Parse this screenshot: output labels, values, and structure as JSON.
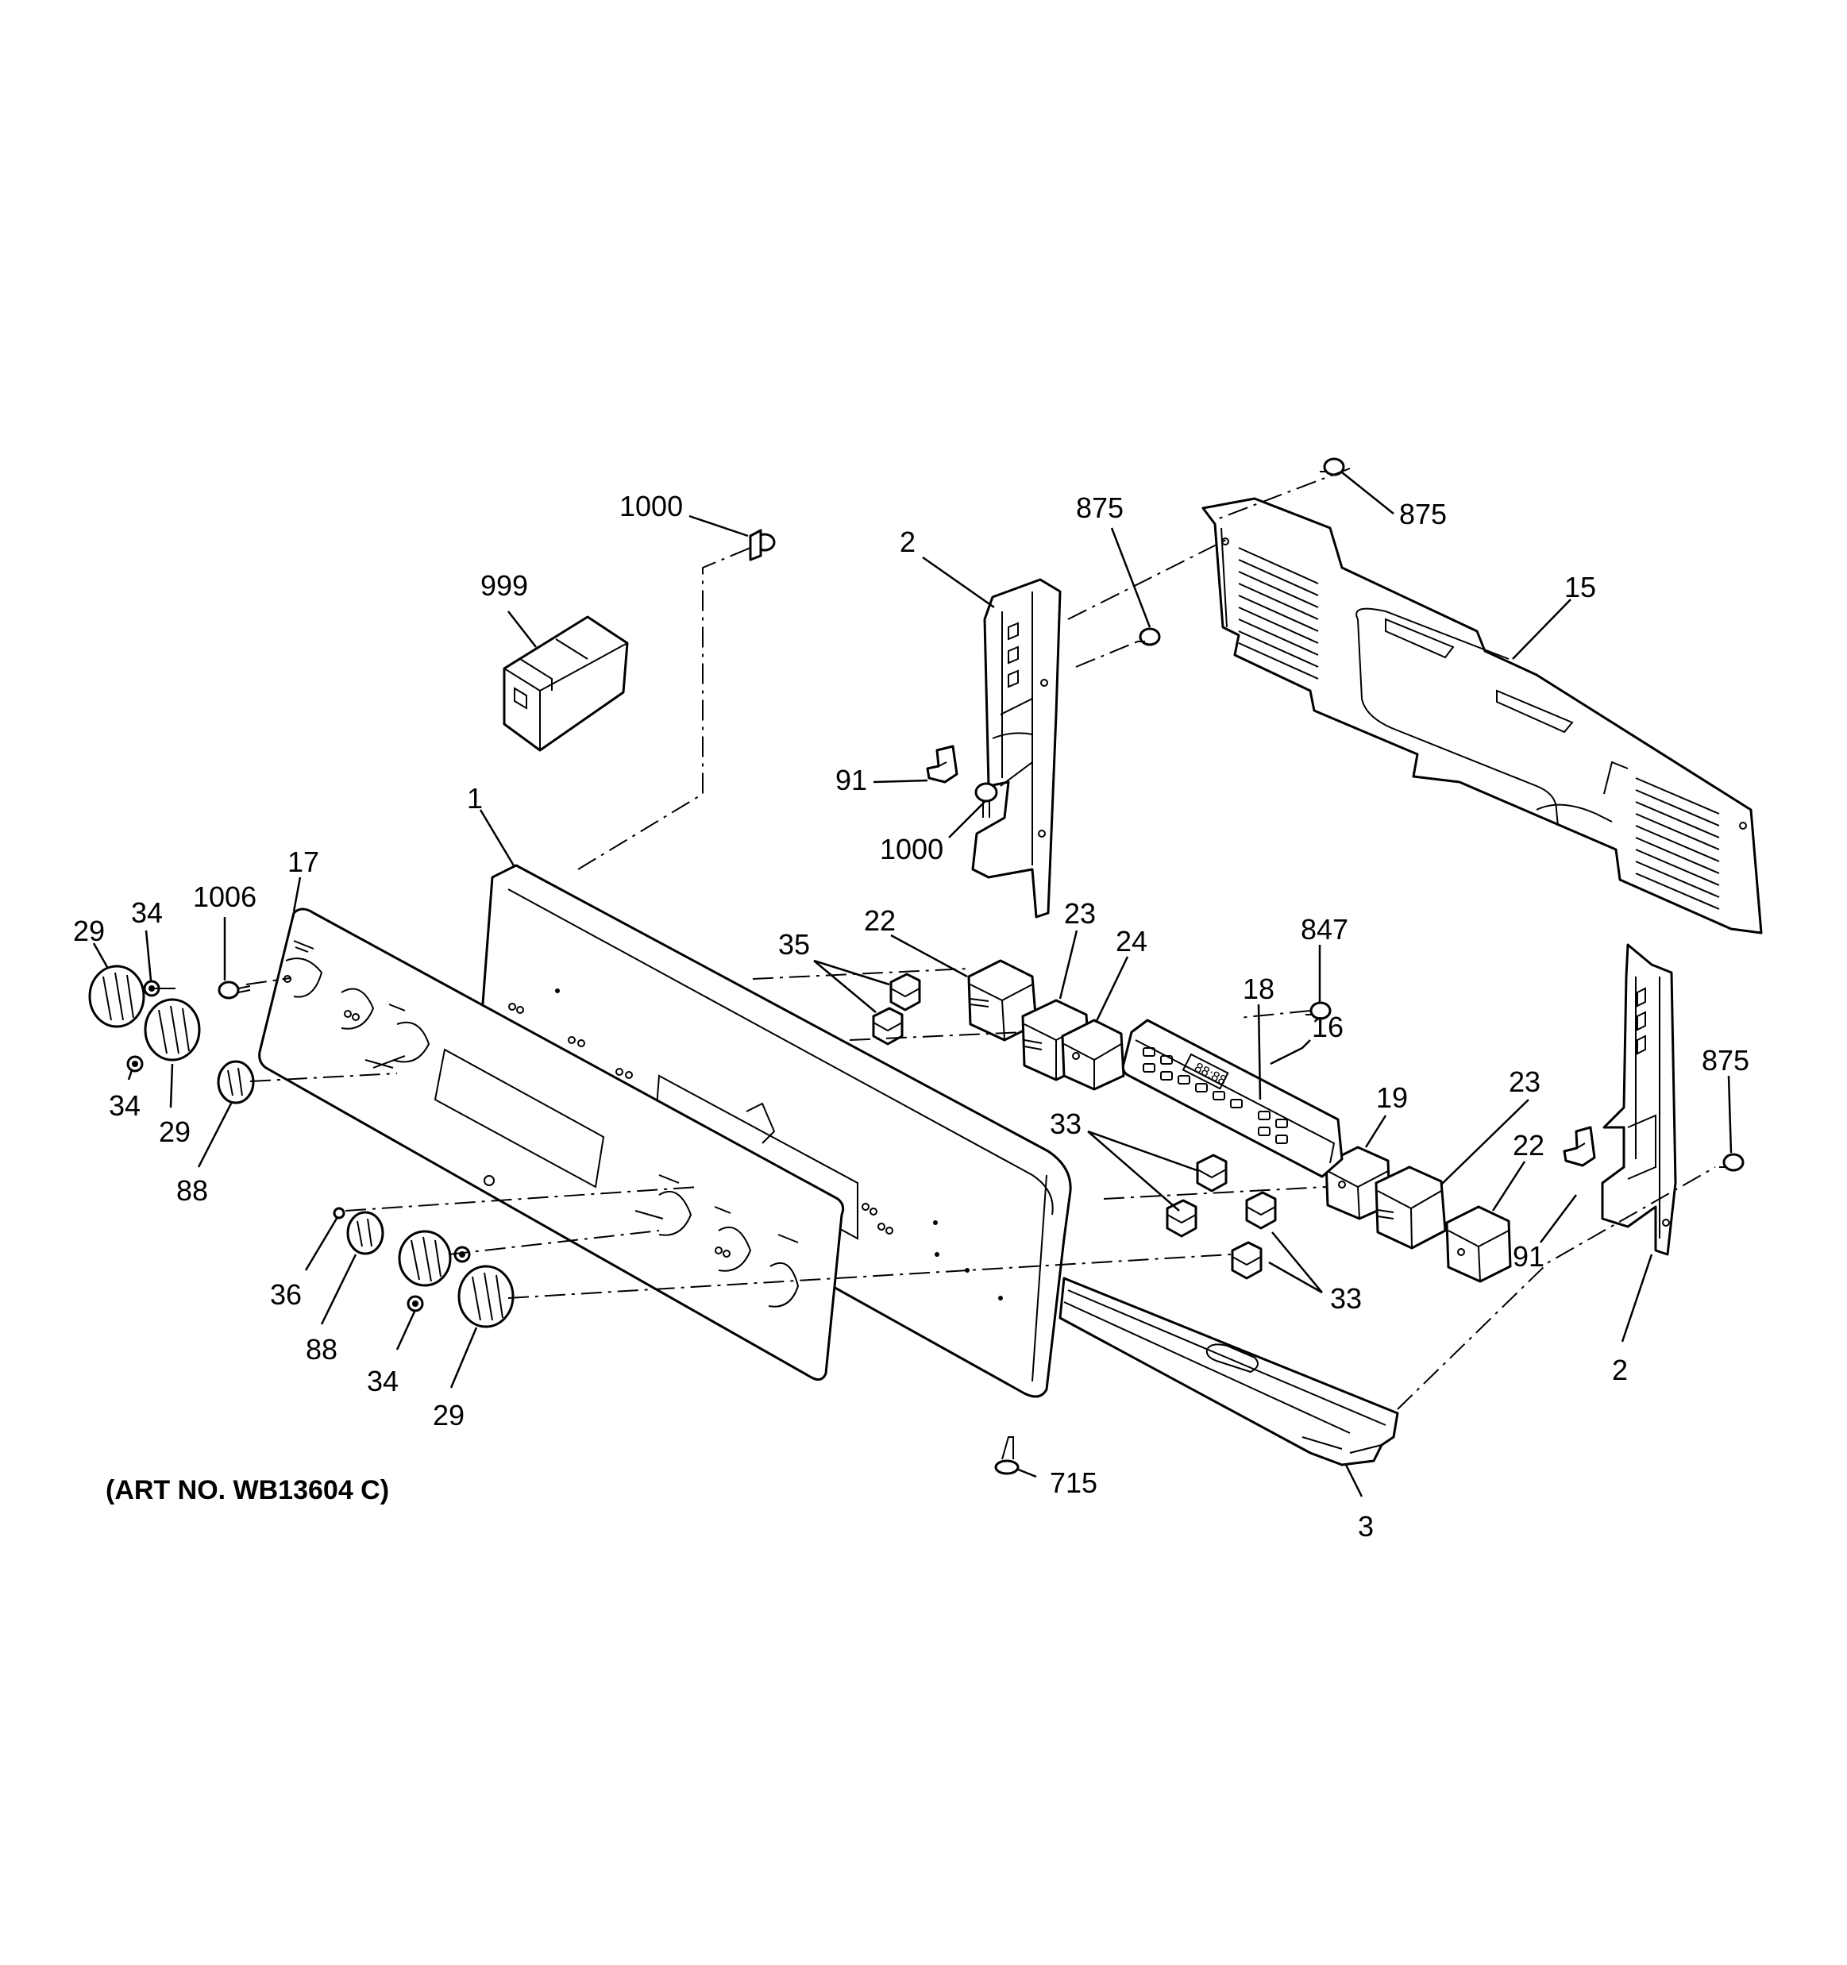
{
  "callouts": {
    "c1000_top": "1000",
    "c999": "999",
    "c2_left": "2",
    "c875_mid": "875",
    "c875_top": "875",
    "c15": "15",
    "c91_left": "91",
    "c1000_low": "1000",
    "c1": "1",
    "c17": "17",
    "c1006": "1006",
    "c34_top": "34",
    "c29_top": "29",
    "c22_top": "22",
    "c23_top": "23",
    "c35": "35",
    "c24": "24",
    "c847": "847",
    "c18": "18",
    "c16": "16",
    "c875_right": "875",
    "c23_right": "23",
    "c19": "19",
    "c22_right": "22",
    "c33_left": "33",
    "c33_right": "33",
    "c91_right": "91",
    "c2_right": "2",
    "c34_left": "34",
    "c29_left": "29",
    "c88_left": "88",
    "c36": "36",
    "c88_low": "88",
    "c34_low": "34",
    "c29_low": "29",
    "c715": "715",
    "c3": "3"
  },
  "caption": "(ART NO. WB13604 C)",
  "display_readout": "88:88"
}
